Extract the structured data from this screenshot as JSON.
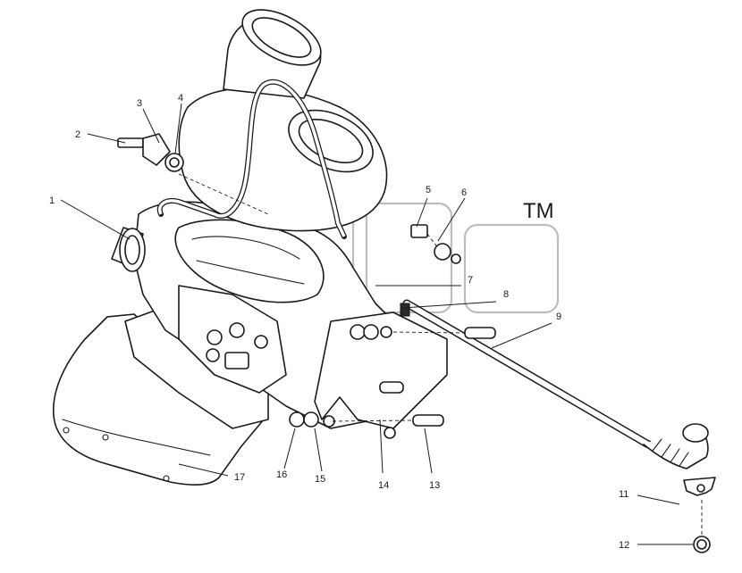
{
  "diagram": {
    "callouts": [
      {
        "id": "1",
        "label": "1"
      },
      {
        "id": "2",
        "label": "2"
      },
      {
        "id": "3",
        "label": "3"
      },
      {
        "id": "4",
        "label": "4"
      },
      {
        "id": "5",
        "label": "5"
      },
      {
        "id": "6",
        "label": "6"
      },
      {
        "id": "7",
        "label": "7"
      },
      {
        "id": "8",
        "label": "8"
      },
      {
        "id": "9",
        "label": "9"
      },
      {
        "id": "11",
        "label": "11"
      },
      {
        "id": "12",
        "label": "12"
      },
      {
        "id": "13",
        "label": "13"
      },
      {
        "id": "14",
        "label": "14"
      },
      {
        "id": "15",
        "label": "15"
      },
      {
        "id": "16",
        "label": "16"
      },
      {
        "id": "17",
        "label": "17"
      }
    ],
    "watermark": {
      "mark": "TM"
    }
  }
}
